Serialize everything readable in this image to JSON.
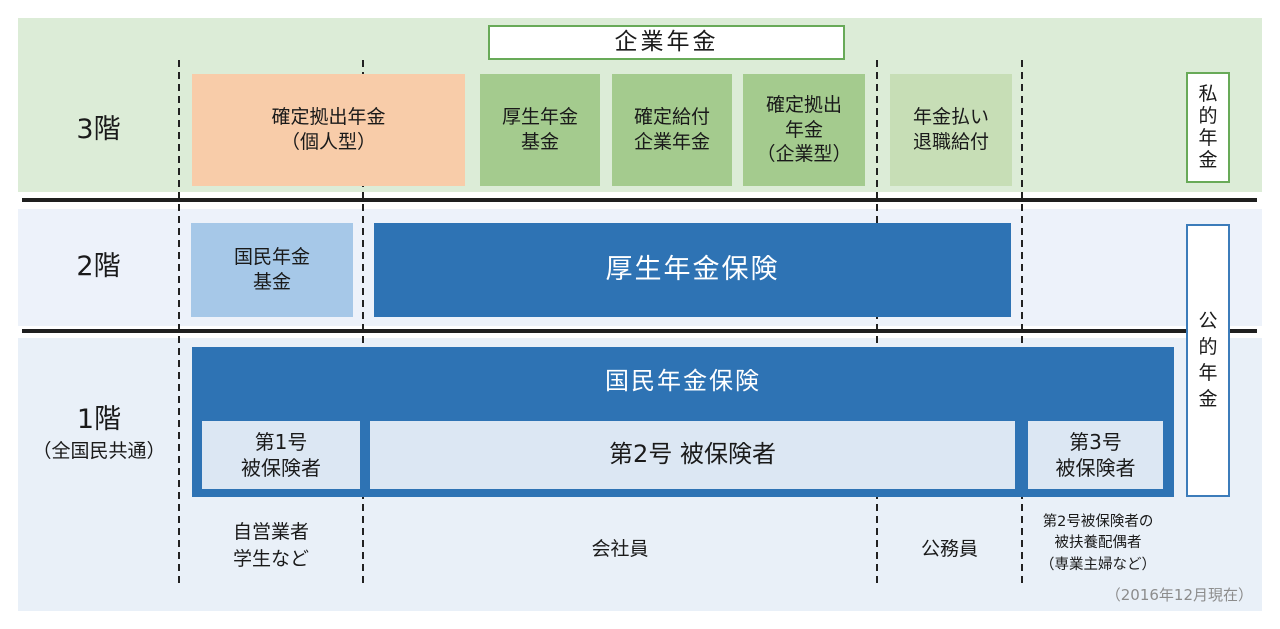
{
  "colors": {
    "band_green": "#dcecd7",
    "band_blue_2f": "#edf2fa",
    "band_blue_1f": "#e9f0f8",
    "box_green": "#a4cb8e",
    "box_green_light": "#c7deb6",
    "box_orange": "#f8cca9",
    "box_blue_light": "#a6c8e8",
    "blue_dark": "#2e73b4",
    "box_inner_light": "#dce7f3",
    "border_green": "#68aa58",
    "border_blue": "#3c7cba",
    "line_black": "#1f1f1f",
    "text_black": "#1a1a1a",
    "text_gray": "#8c8c8c"
  },
  "floor3": {
    "label": "3階",
    "corporate_pension_title": "企業年金",
    "boxes": {
      "dc_individual": {
        "line1": "確定拠出年金",
        "line2": "（個人型）"
      },
      "kosei_fund": {
        "line1": "厚生年金",
        "line2": "基金"
      },
      "db_corporate": {
        "line1": "確定給付",
        "line2": "企業年金"
      },
      "dc_corporate": {
        "line1": "確定拠出",
        "line2": "年金",
        "line3": "（企業型）"
      },
      "retirement_benefit": {
        "line1": "年金払い",
        "line2": "退職給付"
      }
    },
    "private_pension_label": "私的年金"
  },
  "floor2": {
    "label": "2階",
    "national_pension_fund": {
      "line1": "国民年金",
      "line2": "基金"
    },
    "employees_pension_label": "厚生年金保険"
  },
  "floor1": {
    "label_line1": "1階",
    "label_line2": "（全国民共通）",
    "national_pension_label": "国民年金保険",
    "insured1": {
      "line1": "第1号",
      "line2": "被保険者"
    },
    "insured2": {
      "label": "第2号 被保険者"
    },
    "insured3": {
      "line1": "第3号",
      "line2": "被保険者"
    },
    "public_pension_label": "公的年金"
  },
  "captions": {
    "self_employed": {
      "line1": "自営業者",
      "line2": "学生など"
    },
    "company_employee": "会社員",
    "public_servant": "公務員",
    "dependent": {
      "line1": "第2号被保険者の",
      "line2": "被扶養配偶者",
      "line3": "（専業主婦など）"
    }
  },
  "footer": {
    "as_of": "（2016年12月現在）"
  }
}
